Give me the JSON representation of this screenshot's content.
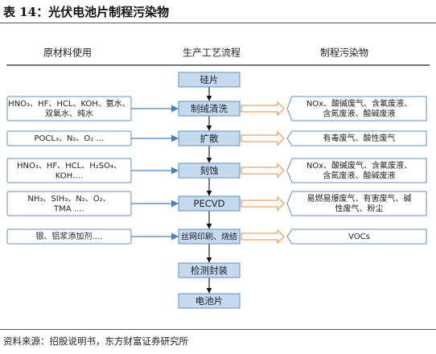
{
  "title": "表 14：光伏电池片制程污染物",
  "source": "资料来源：招股说明书，东方财富证券研究所",
  "headers": {
    "materials": "原材料使用",
    "process": "生产工艺流程",
    "pollutants": "制程污染物"
  },
  "steps": [
    "硅片",
    "制绒清洗",
    "扩散",
    "刻蚀",
    "PECVD",
    "丝网印刷、烧结",
    "检测封装",
    "电池片"
  ],
  "materials": [
    {
      "step": 1,
      "lines": [
        "HNO₃、HF、HCL、KOH、氨水、",
        "双氧水、纯水"
      ]
    },
    {
      "step": 2,
      "lines": [
        "POCL₃、N₂、O₂ …"
      ]
    },
    {
      "step": 3,
      "lines": [
        "HNO₃、HF、HCL、H₂SO₄、",
        "KOH…."
      ]
    },
    {
      "step": 4,
      "lines": [
        "NH₃、SIH₃、N₂、O₂、",
        "TMA …."
      ]
    },
    {
      "step": 5,
      "lines": [
        "银、铝浆添加剂…."
      ]
    }
  ],
  "pollutants": [
    {
      "step": 1,
      "lines": [
        "NOx、酸碱废气、含氟废液、",
        "含氮废液、酸碱废液"
      ]
    },
    {
      "step": 2,
      "lines": [
        "有毒废气、酸性废气"
      ]
    },
    {
      "step": 3,
      "lines": [
        "NOx、酸碱废气、含氟废液、",
        "含氮废液、酸碱废液"
      ]
    },
    {
      "step": 4,
      "lines": [
        "易燃易爆废气、有害废气、碱",
        "性废气、粉尘"
      ]
    },
    {
      "step": 5,
      "lines": [
        "VOCs"
      ]
    }
  ],
  "colors": {
    "step_fill": "#c5d9ef",
    "step_stroke": "#5b8fc9",
    "arrow_blue": "#4a7fc1",
    "arrow_orange": "#f0a166",
    "box_stroke": "#5b8fc9",
    "header_line": "#444444"
  }
}
